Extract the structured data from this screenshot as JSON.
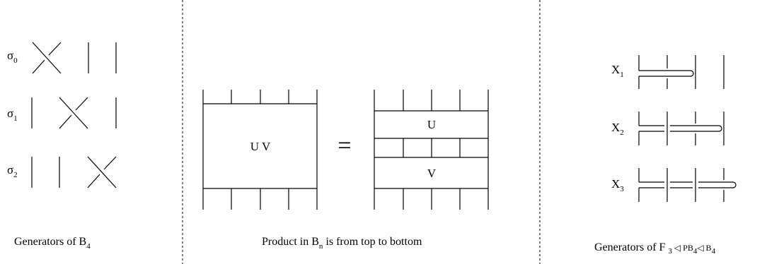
{
  "braid_generators": {
    "labels": [
      {
        "base": "σ",
        "sub": "0"
      },
      {
        "base": "σ",
        "sub": "1"
      },
      {
        "base": "σ",
        "sub": "2"
      }
    ],
    "caption": {
      "text": "Generators of B",
      "sub": "4"
    }
  },
  "product": {
    "left_box_label": "U V",
    "equals": "=",
    "top_box_label": "U",
    "bottom_box_label": "V",
    "caption": {
      "pre": "Product in B",
      "sub": "n",
      "post": " is from top to bottom"
    }
  },
  "free_generators": {
    "labels": [
      {
        "base": "X",
        "sub": "1"
      },
      {
        "base": "X",
        "sub": "2"
      },
      {
        "base": "X",
        "sub": "3"
      }
    ],
    "caption": {
      "pre": "Generators of F ",
      "sub1": "3",
      "mid": " ◁ PB",
      "sub2": "4",
      "mid2": "◁ B",
      "sub3": "4"
    }
  }
}
